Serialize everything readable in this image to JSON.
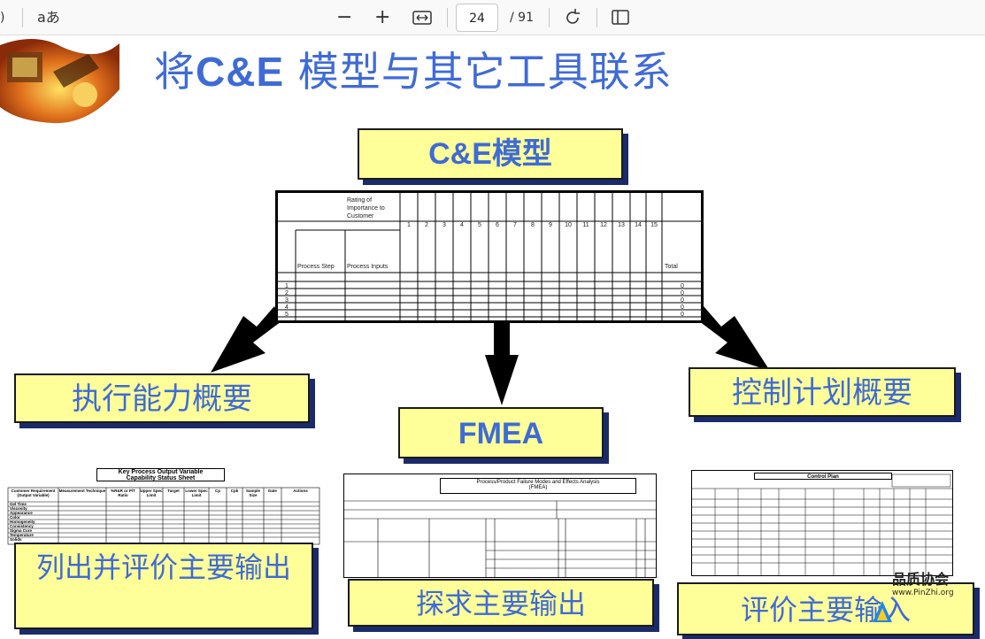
{
  "toolbar": {
    "read_aloud_label": "aあ",
    "zoom_out": "−",
    "zoom_in": "+",
    "current_page": "24",
    "total_pages": "/ 91"
  },
  "slide": {
    "title_latin": "将C&E",
    "title_cjk": " 模型与其它工具联系",
    "title_bold": "C&E",
    "title_prefix": "将",
    "ce_box": "C&E模型",
    "fmea_box": "FMEA",
    "left_box": "执行能力概要",
    "right_box": "控制计划概要",
    "bottom_left_box": "列出并评价主要输出",
    "bottom_mid_box": "探求主要输出",
    "bottom_right_box": "评价主要输入",
    "ce_matrix": {
      "rating_label": "Rating of Importance to Customer",
      "columns": [
        "1",
        "2",
        "3",
        "4",
        "5",
        "6",
        "7",
        "8",
        "9",
        "10",
        "11",
        "12",
        "13",
        "14",
        "15"
      ],
      "process_step": "Process Step",
      "process_inputs": "Process Inputs",
      "total": "Total",
      "rows": [
        "1",
        "2",
        "3",
        "4",
        "5"
      ],
      "totals": [
        "0",
        "0",
        "0",
        "0",
        "0"
      ]
    },
    "capability_sheet": {
      "title_line1": "Key Process Output Variable",
      "title_line2": "Capability Status Sheet",
      "headers": [
        "Customer Requirement (Output Variable)",
        "Measurement Technique",
        "%R&R or P/T Ratio",
        "Upper Spec Limit",
        "Target",
        "Lower Spec Limit",
        "Cp",
        "Cpk",
        "Sample Size",
        "Date",
        "Actions"
      ],
      "rows": [
        "Gel Time",
        "Viscosity",
        "Appearance",
        "Color",
        "Homogeneity",
        "Consistency",
        "Sigma Cure",
        "Temperature",
        "Solids"
      ]
    },
    "fmea_sheet": {
      "title": "Process/Product Failure Modes and Effects Analysis (FMEA)"
    },
    "control_plan": {
      "title": "Control Plan"
    },
    "watermark": "品质协会",
    "watermark_url": "www.PinZhi.org"
  }
}
